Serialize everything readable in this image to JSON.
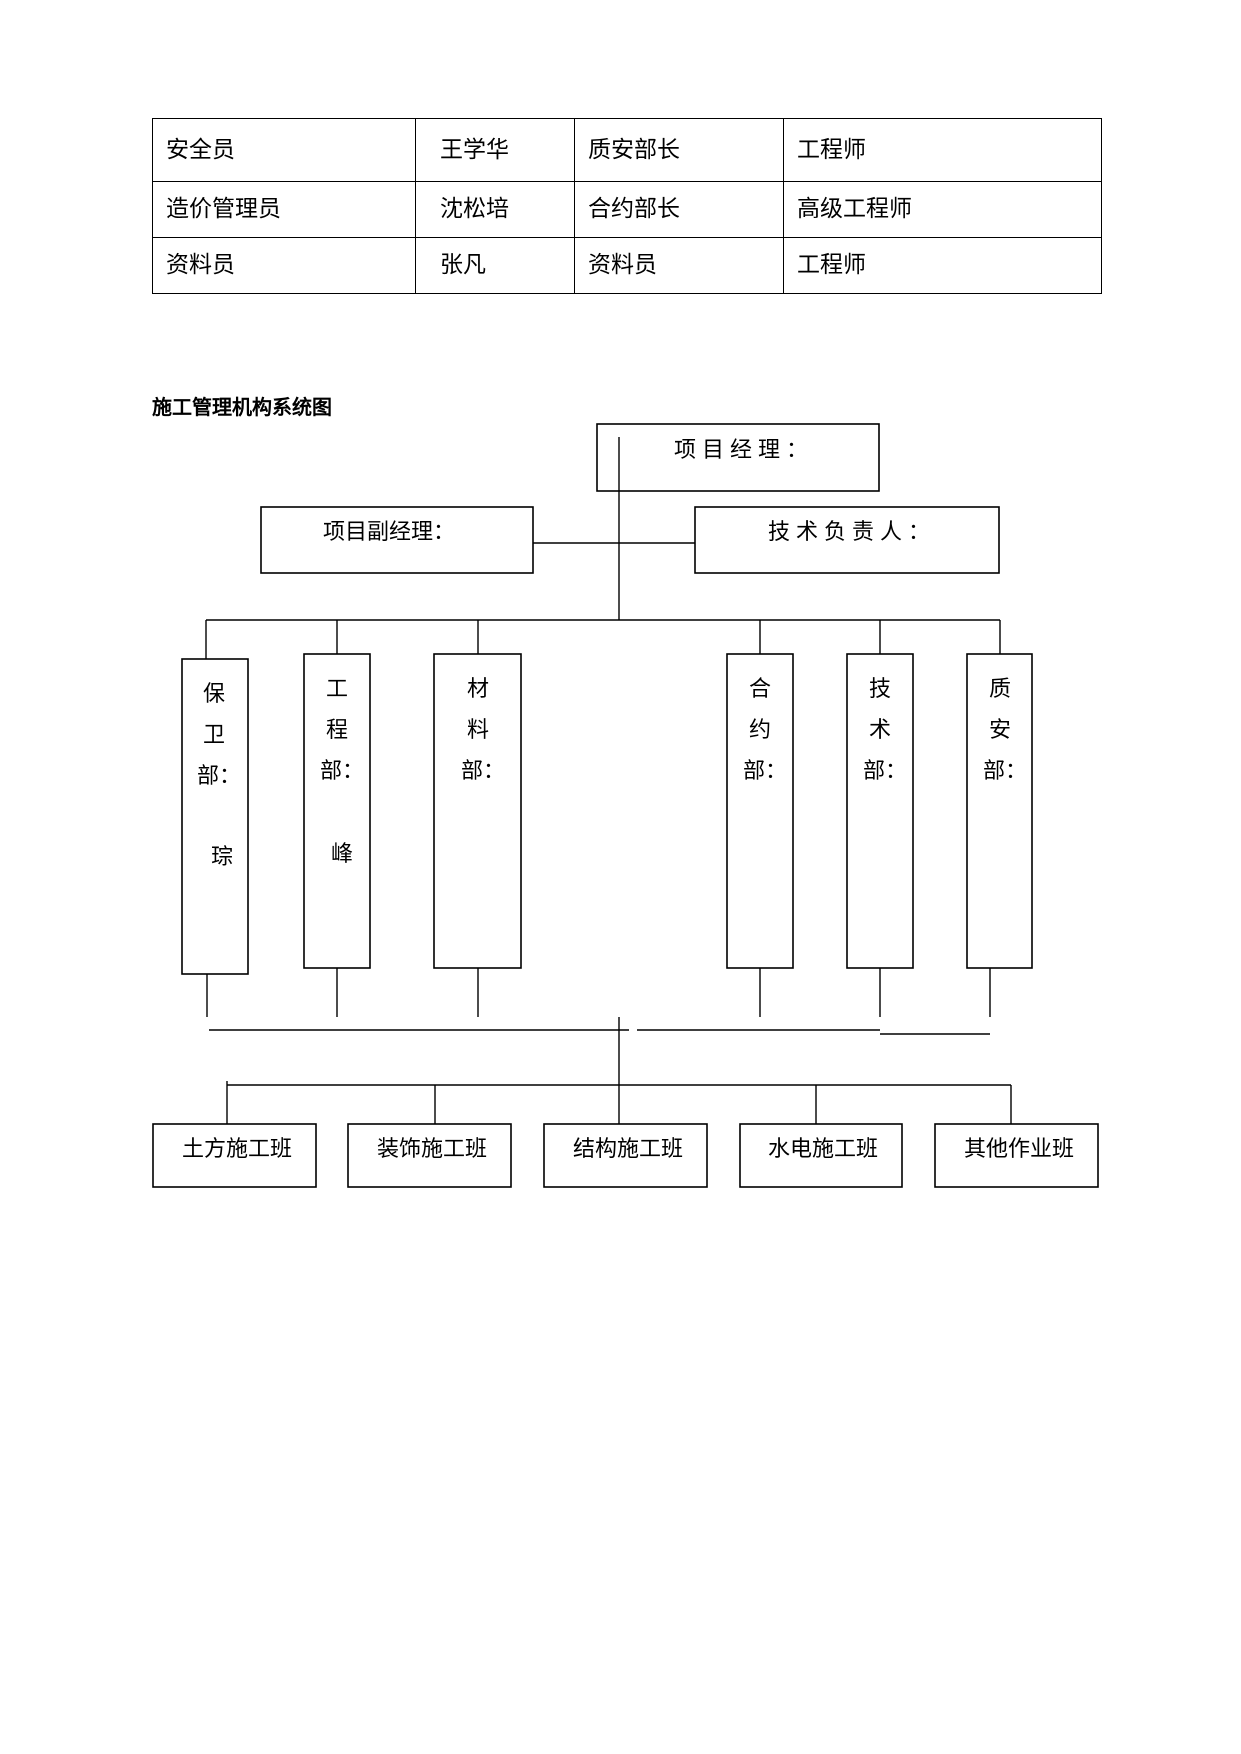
{
  "staff_table": {
    "rows": [
      [
        "安全员",
        "王学华",
        "质安部长",
        "工程师"
      ],
      [
        "造价管理员",
        "沈松培",
        "合约部长",
        "高级工程师"
      ],
      [
        "资料员",
        "张凡",
        "资料员",
        "工程师"
      ]
    ]
  },
  "section_title": "施工管理机构系统图",
  "org_chart": {
    "manager": "项目经理：",
    "deputy_manager": "项目副经理：",
    "technical_lead": "技术负责人：",
    "departments": [
      {
        "name": "保卫部：",
        "suffix": "琮"
      },
      {
        "name": "工程部：",
        "suffix": "峰"
      },
      {
        "name": "材料部：",
        "suffix": ""
      },
      {
        "name": "合约部：",
        "suffix": ""
      },
      {
        "name": "技术部：",
        "suffix": ""
      },
      {
        "name": "质安部：",
        "suffix": ""
      }
    ],
    "teams": [
      "土方施工班",
      "装饰施工班",
      "结构施工班",
      "水电施工班",
      "其他作业班"
    ]
  }
}
